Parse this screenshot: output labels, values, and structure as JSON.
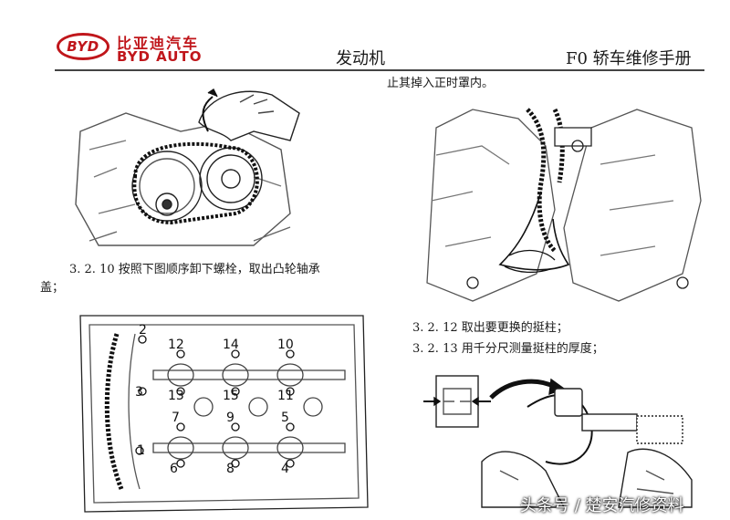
{
  "header": {
    "logo_badge": "BYD",
    "logo_cn": "比亚迪汽车",
    "logo_en": "BYD AUTO",
    "section": "发动机",
    "manual": "F0 轿车维修手册"
  },
  "text": {
    "intro": "止其掉入正时罩内。",
    "step_3210_line1": "3. 2. 10 按照下图顺序卸下螺栓，取出凸轮轴承",
    "step_3210_line2": "盖；",
    "step_3212": "3. 2. 12 取出要更换的挺柱；",
    "step_3213": "3. 2. 13 用千分尺测量挺柱的厚度；"
  },
  "bolt_sequence": [
    "1",
    "2",
    "3",
    "4",
    "5",
    "6",
    "7",
    "8",
    "9",
    "10",
    "11",
    "12",
    "13",
    "14",
    "15"
  ],
  "watermark": "头条号 / 楚安汽修资料",
  "colors": {
    "brand_red": "#c0161b"
  }
}
